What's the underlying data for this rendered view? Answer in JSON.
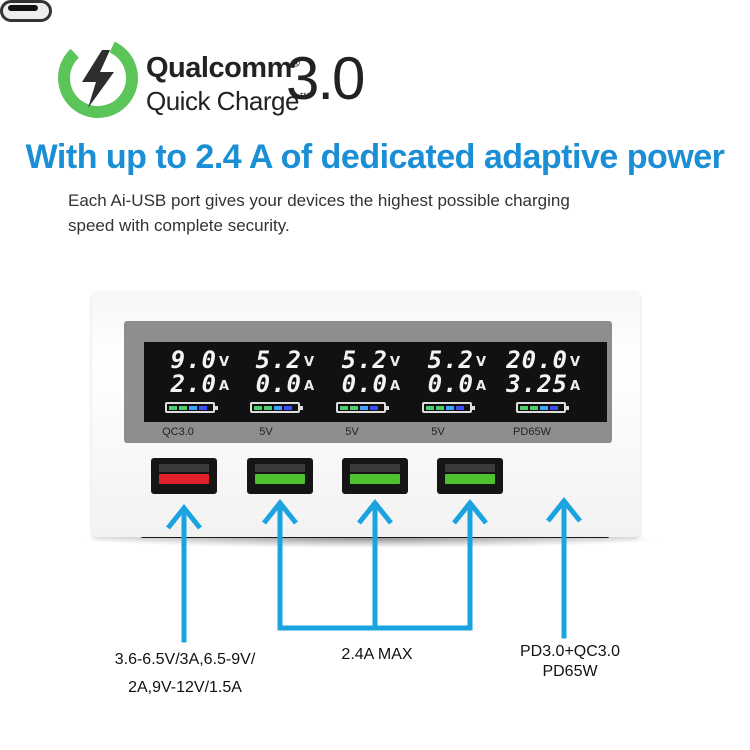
{
  "logo": {
    "brand": "Qualcomm",
    "product": "Quick Charge",
    "version": "3.0",
    "reg_mark": "®",
    "tm_mark": "™",
    "icon": "lightning-bolt-ring-icon",
    "colors": {
      "ring": "#5cc55a",
      "bolt": "#2e2e2e"
    }
  },
  "headline": "With up to 2.4 A of dedicated adaptive power",
  "description": {
    "line1": "Each Ai-USB port gives your devices the highest possible charging",
    "line2": "speed with complete security."
  },
  "displays": [
    {
      "voltage": "9.0",
      "current": "2.0",
      "v_unit": "V",
      "a_unit": "A",
      "label": "QC3.0"
    },
    {
      "voltage": "5.2",
      "current": "0.0",
      "v_unit": "V",
      "a_unit": "A",
      "label": "5V"
    },
    {
      "voltage": "5.2",
      "current": "0.0",
      "v_unit": "V",
      "a_unit": "A",
      "label": "5V"
    },
    {
      "voltage": "5.2",
      "current": "0.0",
      "v_unit": "V",
      "a_unit": "A",
      "label": "5V"
    },
    {
      "voltage": "20.0",
      "current": "3.25",
      "v_unit": "V",
      "a_unit": "A",
      "label": "PD65W"
    }
  ],
  "ports": [
    {
      "type": "usb-a",
      "color": "#e0202a"
    },
    {
      "type": "usb-a",
      "color": "#4ec12e"
    },
    {
      "type": "usb-a",
      "color": "#4ec12e"
    },
    {
      "type": "usb-a",
      "color": "#4ec12e"
    },
    {
      "type": "usb-c",
      "color": "#111111"
    }
  ],
  "callouts": {
    "left_line1": "3.6-6.5V/3A,6.5-9V/",
    "left_line2": "2A,9V-12V/1.5A",
    "middle": "2.4A MAX",
    "right_line1": "PD3.0+QC3.0",
    "right_line2": "PD65W"
  },
  "colors": {
    "accent": "#1a8fd6",
    "arrow": "#1ba3e0"
  }
}
